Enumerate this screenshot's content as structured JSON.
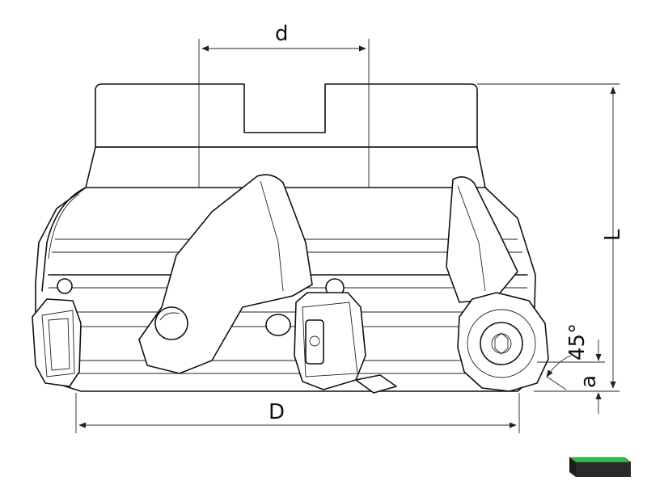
{
  "dimensions": {
    "bore_diameter": "d",
    "cutter_diameter": "D",
    "length": "L",
    "lead_angle": "45°",
    "depth_of_cut": "a"
  },
  "colors": {
    "line": "#111111",
    "background": "#ffffff",
    "insert_coating_top": "#2fbf4a",
    "insert_body": "#2a2a2a"
  },
  "icons": {
    "coating_swatch": "insert-coating-swatch-icon"
  }
}
